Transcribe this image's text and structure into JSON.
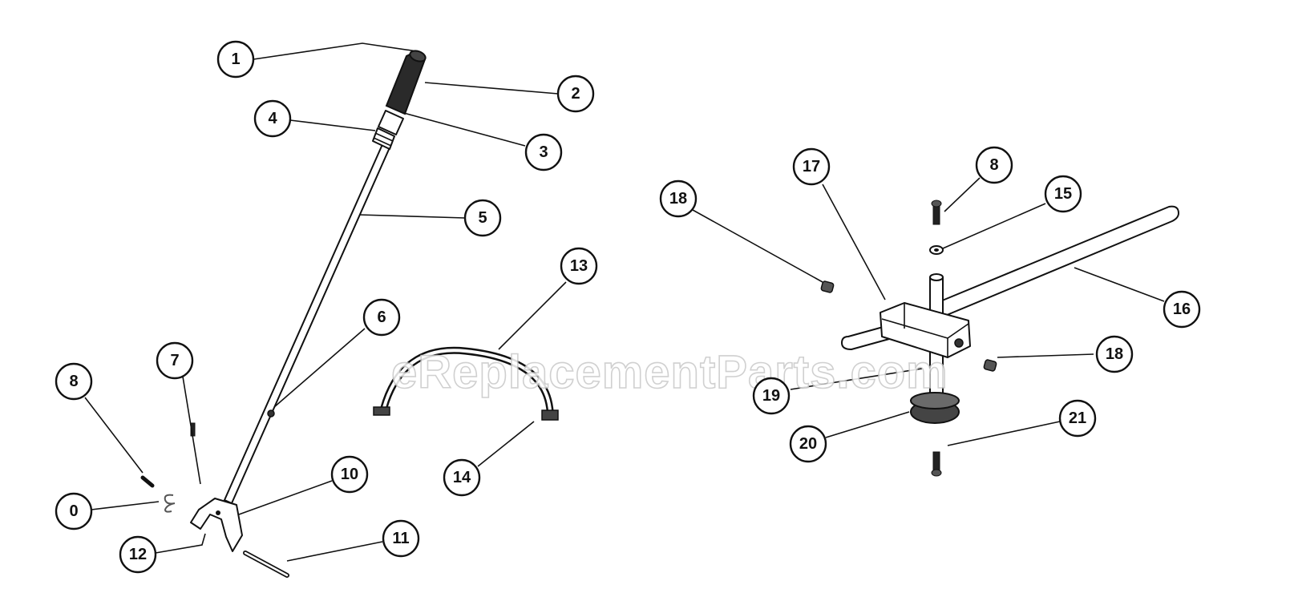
{
  "watermark": "eReplacementParts.com",
  "callouts": {
    "c1": "1",
    "c2": "2",
    "c3": "3",
    "c4": "4",
    "c5": "5",
    "c6": "6",
    "c7": "7",
    "c8a": "8",
    "c0": "0",
    "c10": "10",
    "c11": "11",
    "c12": "12",
    "c13": "13",
    "c14": "14",
    "c8b": "8",
    "c15": "15",
    "c16": "16",
    "c17": "17",
    "c18a": "18",
    "c18b": "18",
    "c19": "19",
    "c20": "20",
    "c21": "21"
  }
}
